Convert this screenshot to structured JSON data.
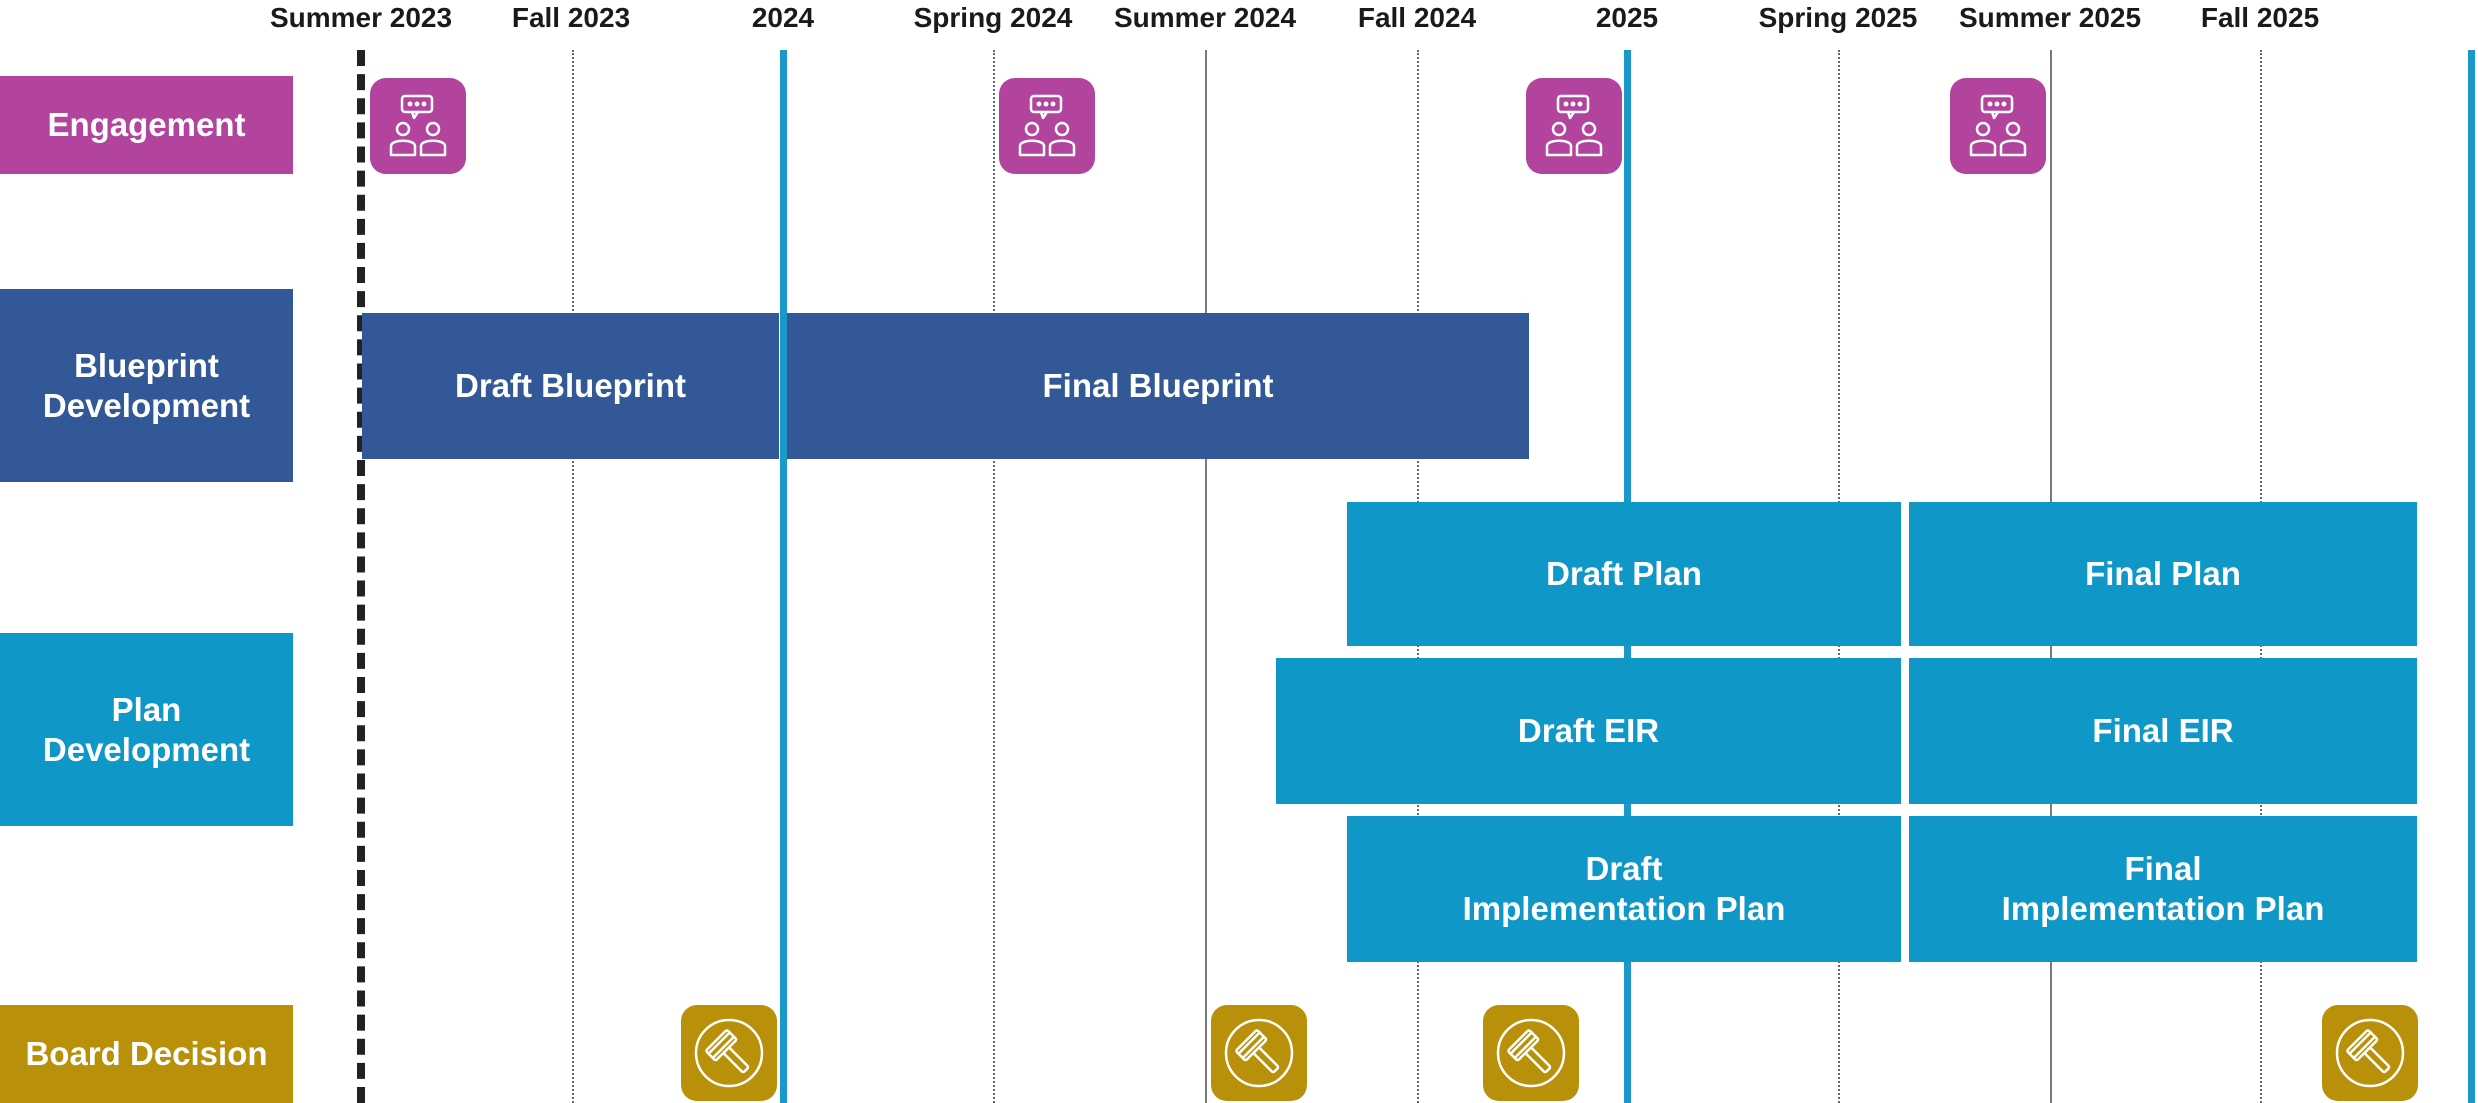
{
  "periods": [
    "Summer 2023",
    "Fall 2023",
    "2024",
    "Spring 2024",
    "Summer 2024",
    "Fall 2024",
    "2025",
    "Spring 2025",
    "Summer 2025",
    "Fall 2025"
  ],
  "rows": {
    "engagement": "Engagement",
    "blueprint": "Blueprint\nDevelopment",
    "plan": "Plan\nDevelopment",
    "board": "Board Decision"
  },
  "bars": {
    "draft_blueprint": "Draft Blueprint",
    "final_blueprint": "Final Blueprint",
    "draft_plan": "Draft Plan",
    "final_plan": "Final Plan",
    "draft_eir": "Draft EIR",
    "final_eir": "Final EIR",
    "draft_impl": "Draft\nImplementation Plan",
    "final_impl": "Final\nImplementation Plan"
  },
  "icons": {
    "engagement": "engagement-meeting-icon",
    "board": "gavel-icon"
  },
  "colors": {
    "engagement": "#b2449e",
    "blueprint": "#325897",
    "plan": "#0f97c8",
    "board": "#b8900a",
    "year_line": "#1b97c9"
  }
}
